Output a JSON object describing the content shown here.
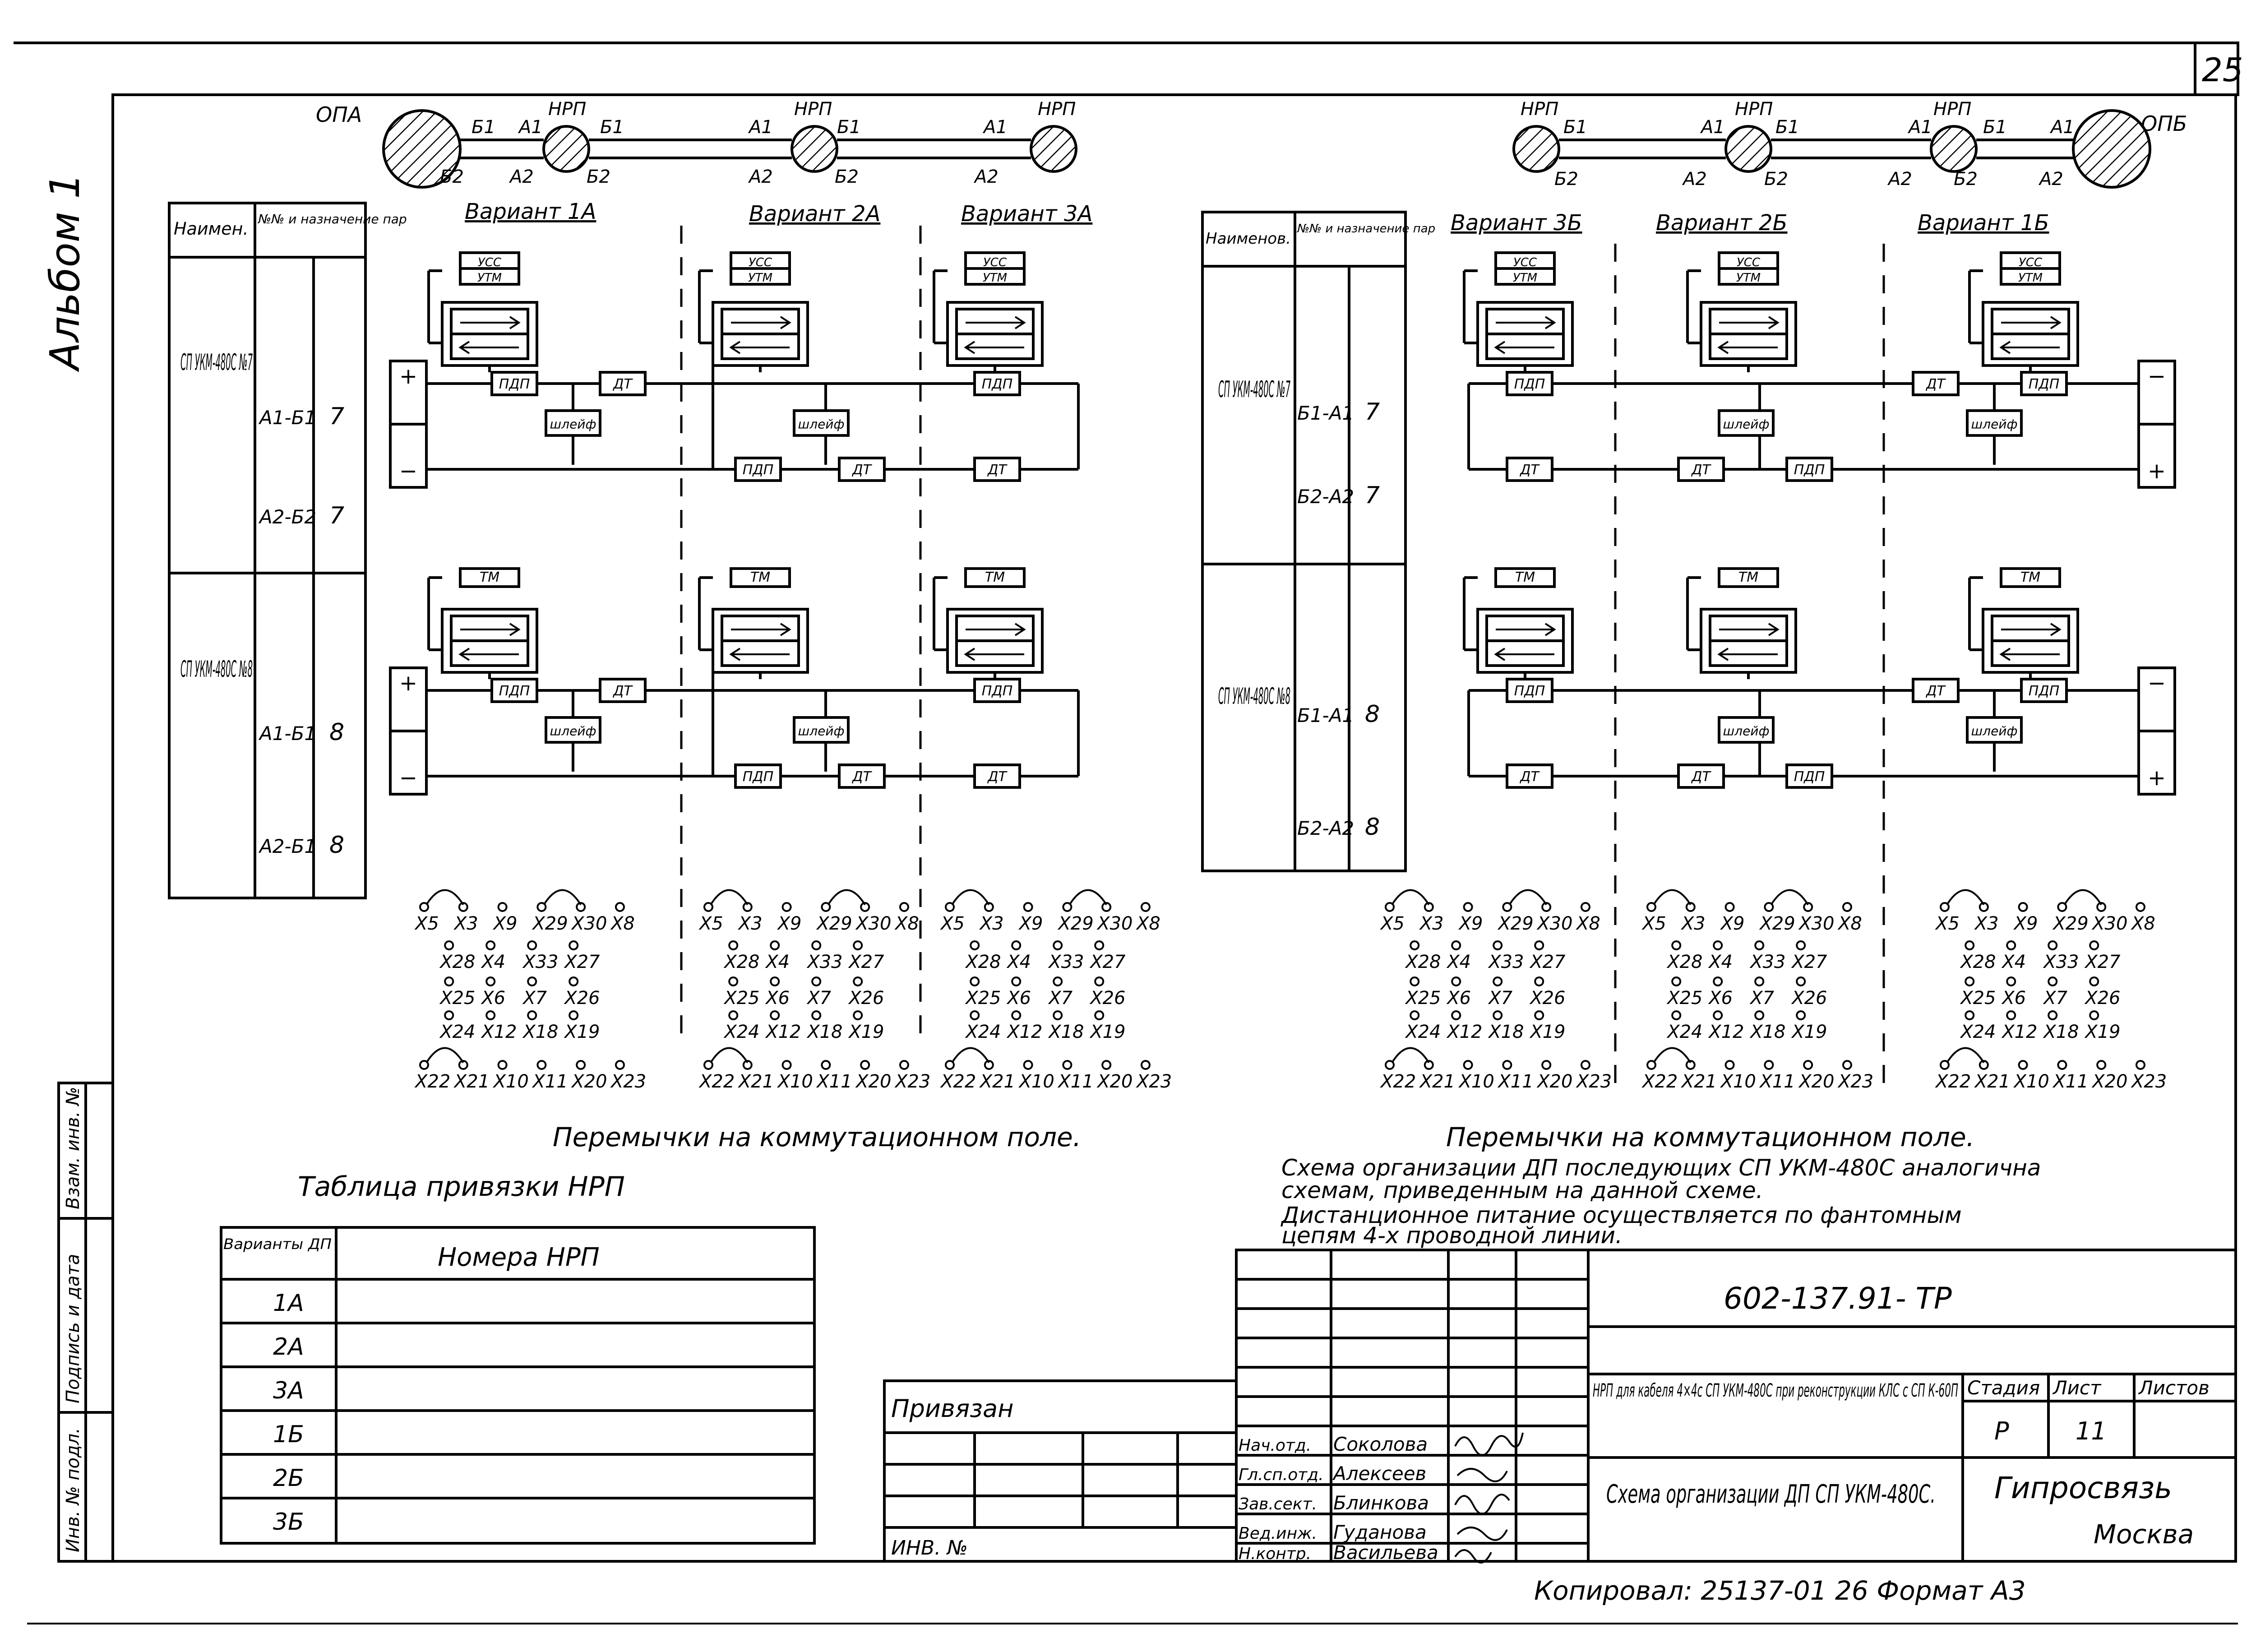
{
  "sheet_number": "25",
  "album_label": "Альбом 1",
  "left_block": {
    "line_labels": [
      "ОПА",
      "Б1",
      "А1",
      "НРП",
      "Б1",
      "А1",
      "НРП",
      "Б1",
      "А1",
      "НРП",
      "Б2",
      "А2",
      "Б2",
      "А2",
      "Б2",
      "А2"
    ],
    "variants": [
      "Вариант 1А",
      "Вариант 2А",
      "Вариант 3А"
    ],
    "table_headers": [
      "Наимен.",
      "№№ и назначение пар"
    ],
    "rows": [
      {
        "name": "СП УКМ-480С №7",
        "pairs": [
          "А1-Б1",
          "А2-Б2"
        ],
        "num": [
          "7",
          "7"
        ]
      },
      {
        "name": "СП УКМ-480С №8",
        "pairs": [
          "А1-Б1",
          "А2-Б1"
        ],
        "num": [
          "8",
          "8"
        ]
      }
    ],
    "caption": "Перемычки на коммутационном поле."
  },
  "right_block": {
    "line_labels": [
      "НРП",
      "Б1",
      "А1",
      "НРП",
      "Б1",
      "А1",
      "НРП",
      "Б1",
      "А1",
      "ОПБ",
      "Б2",
      "А2",
      "Б2",
      "А2",
      "Б2",
      "А2"
    ],
    "variants": [
      "Вариант 3Б",
      "Вариант 2Б",
      "Вариант 1Б"
    ],
    "table_headers": [
      "Наименов.",
      "№№ и назначение пар"
    ],
    "rows": [
      {
        "name": "СП УКМ-480С №7",
        "pairs": [
          "Б1-А1",
          "Б2-А2"
        ],
        "num": [
          "7",
          "7"
        ]
      },
      {
        "name": "СП УКМ-480С №8",
        "pairs": [
          "Б1-А1",
          "Б2-А2"
        ],
        "num": [
          "8",
          "8"
        ]
      }
    ],
    "caption": "Перемычки на коммутационном поле."
  },
  "block_labels": {
    "ucc": "УСС",
    "utm": "УТМ",
    "tm": "ТМ",
    "pdp": "ПДП",
    "dt": "ДТ",
    "shleif": "шлейф",
    "plus": "+",
    "minus": "−"
  },
  "jumper_rows": [
    [
      "X5",
      "X3",
      "X9",
      "X29",
      "X30",
      "X8"
    ],
    [
      "X28",
      "X4",
      "X33",
      "X27"
    ],
    [
      "X25",
      "X6",
      "X7",
      "X26"
    ],
    [
      "X24",
      "X12",
      "X18",
      "X19"
    ],
    [
      "X22",
      "X21",
      "X10",
      "X11",
      "X20",
      "X23"
    ]
  ],
  "notes": [
    "Схема организации ДП последующих СП УКМ-480С аналогична",
    "схемам, приведенным на данной схеме.",
    "Дистанционное питание осуществляется по фантомным",
    "цепям 4-х проводной линии."
  ],
  "nrp_table": {
    "title": "Таблица привязки НРП",
    "col1": "Варианты ДП",
    "col2": "Номера НРП",
    "rows": [
      "1А",
      "2А",
      "3А",
      "1Б",
      "2Б",
      "3Б"
    ]
  },
  "side_stamp": [
    "Инв. № подл.",
    "Подпись и дата",
    "Взам. инв. №"
  ],
  "title_block": {
    "doc_code": "602-137.91- ТР",
    "privyazan": "Привязан",
    "inv": "ИНВ. №",
    "roles": [
      "Нач.отд.",
      "Гл.сп.отд.",
      "Зав.сект.",
      "Вед.инж.",
      "Н.контр."
    ],
    "names": [
      "Соколова",
      "Алексеев",
      "Блинкова",
      "Гуданова",
      "Васильева"
    ],
    "project": "НРП для кабеля 4×4с СП УКМ-480С при реконструкции КЛС с СП К-60П",
    "sheet_title": "Схема организации ДП СП УКМ-480С.",
    "stage_label": "Стадия",
    "stage": "Р",
    "list_label": "Лист",
    "list": "11",
    "lists_label": "Листов",
    "org": "Гипросвязь",
    "city": "Москва"
  },
  "footer": "Копировал: 25137-01 26 Формат А3"
}
